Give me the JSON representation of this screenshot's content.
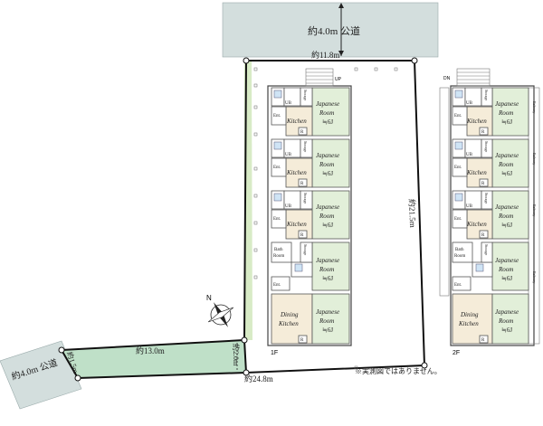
{
  "site": {
    "road_top": "約4.0m 公道",
    "road_left": "約4.0m 公道",
    "dim_top": "約11.8m",
    "dim_right": "約21.5m",
    "dim_bottom": "約24.8m",
    "dim_flag": "約13.0m",
    "dim_flag_width": "約2.0m",
    "dim_corner": "約1.5m",
    "note": "※実測図ではありません。"
  },
  "floors": {
    "first": "1F",
    "second": "2F"
  },
  "rooms": {
    "japanese": "Japanese",
    "room": "Room",
    "size": "≒6J",
    "kitchen": "Kitchen",
    "entrance": "Ent.",
    "storage": "Storage",
    "ub": "UB",
    "bath": "Bath",
    "bath_room": "Room",
    "dining": "Dining",
    "dining_kitchen": "Kitchen",
    "refrigerator": "R",
    "balcony": "Balcony"
  },
  "stairs": {
    "up": "UP",
    "down": "DN"
  },
  "compass": {
    "north": "N"
  },
  "colors": {
    "road": "#d3dedd",
    "flag_strip": "#bfe0c8",
    "japanese_room": "#e2efd9",
    "kitchen": "#f5ecd9"
  }
}
